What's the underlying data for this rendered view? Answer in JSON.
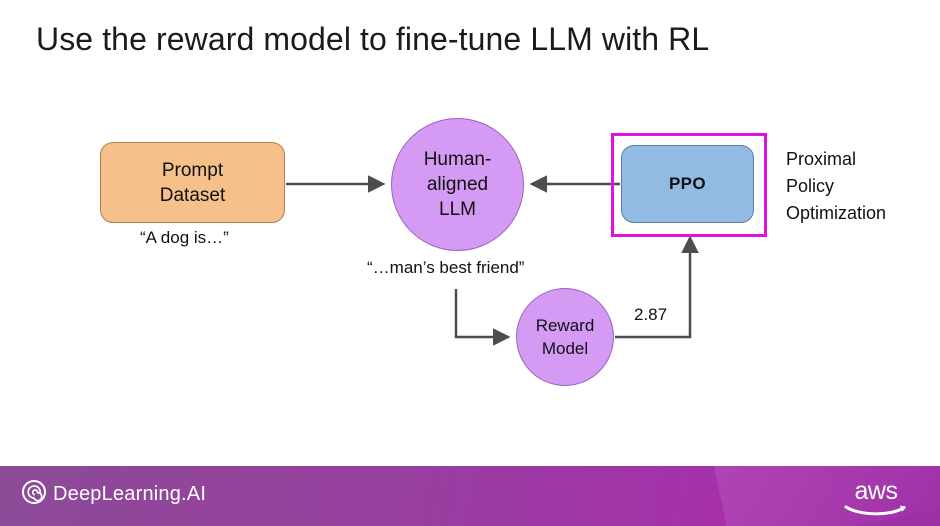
{
  "slide": {
    "title": "Use the reward model to fine-tune LLM with RL"
  },
  "diagram": {
    "nodes": {
      "prompt_dataset": {
        "label": "Prompt\nDataset",
        "label_line1": "Prompt",
        "label_line2": "Dataset",
        "caption": "“A dog is…”",
        "fill": "#F5C089",
        "shape": "rounded-rectangle"
      },
      "human_aligned_llm": {
        "label_line1": "Human-",
        "label_line2": "aligned",
        "label_line3": "LLM",
        "caption": "“…man’s best friend”",
        "fill": "#D49AF4",
        "shape": "circle"
      },
      "reward_model": {
        "label_line1": "Reward",
        "label_line2": "Model",
        "fill": "#D49AF4",
        "shape": "circle"
      },
      "ppo": {
        "label": "PPO",
        "fill": "#93BAE3",
        "shape": "rounded-rectangle",
        "highlight_color": "#E312E3"
      }
    },
    "edges": {
      "reward_score": "2.87"
    },
    "annotations": {
      "ppo_expansion_line1": "Proximal",
      "ppo_expansion_line2": "Policy",
      "ppo_expansion_line3": "Optimization"
    }
  },
  "footer": {
    "brand_name": "DeepLearning.AI",
    "brand_icon": "deeplearning-spiral-icon",
    "partner_name": "aws",
    "partner_icon": "aws-smile-icon",
    "gradient_start": "#8C4B97",
    "gradient_end": "#A62FAB"
  }
}
